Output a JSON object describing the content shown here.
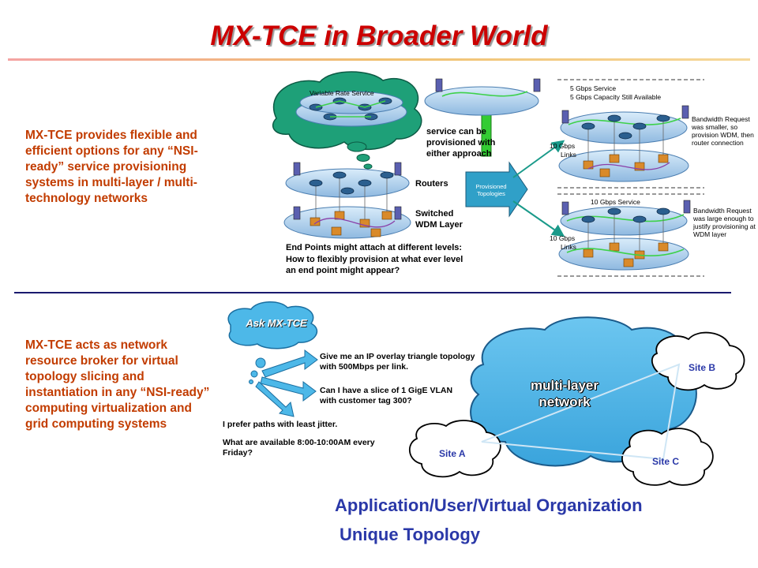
{
  "title": "MX-TCE in Broader World",
  "colors": {
    "title": "#cc0000",
    "left_text": "#c23c00",
    "bottom_text": "#2a38a8",
    "cloud": "#4db8e8"
  },
  "top_section": {
    "left_text": "MX-TCE provides flexible and efficient options for any “NSI-ready” service provisioning systems in multi-layer / multi-technology networks",
    "thought_cloud_label": "Variable Rate Service",
    "arrow_text": "service can be provisioned with either approach",
    "routers_label": "Routers",
    "switched_label_1": "Switched",
    "switched_label_2": "WDM Layer",
    "endpoints_line_1": "End Points might attach at different levels:",
    "endpoints_line_2": "How to flexibly provision at what ever level",
    "endpoints_line_3": "an end point might appear?",
    "provisioned_label_1": "Provisioned",
    "provisioned_label_2": "Topologies",
    "upper_box": {
      "service_1": "5 Gbps Service",
      "service_2": "5 Gbps Capacity Still Available",
      "links_1": "10 Gbps",
      "links_2": "Links",
      "note": "Bandwidth Request was smaller, so provision WDM, then router connection"
    },
    "lower_box": {
      "service": "10 Gbps Service",
      "links_1": "10 Gbps",
      "links_2": "Links",
      "note": "Bandwidth Request was large enough to justify provisioning at WDM layer"
    }
  },
  "bottom_section": {
    "left_text": "MX-TCE acts as network resource broker for virtual topology slicing and instantiation in any “NSI-ready” computing virtualization and grid computing systems",
    "ask_label": "Ask MX-TCE",
    "question_1": "Give me an IP overlay triangle topology with 500Mbps per link.",
    "question_2": "Can I have a slice of 1 GigE VLAN with customer tag 300?",
    "question_3": "I prefer paths with least jitter.",
    "question_4": "What are available 8:00-10:00AM every Friday?",
    "cloud_label": "multi-layer network",
    "site_a": "Site A",
    "site_b": "Site B",
    "site_c": "Site C",
    "bottom_line_1": "Application/User/Virtual Organization",
    "bottom_line_2": "Unique Topology"
  }
}
